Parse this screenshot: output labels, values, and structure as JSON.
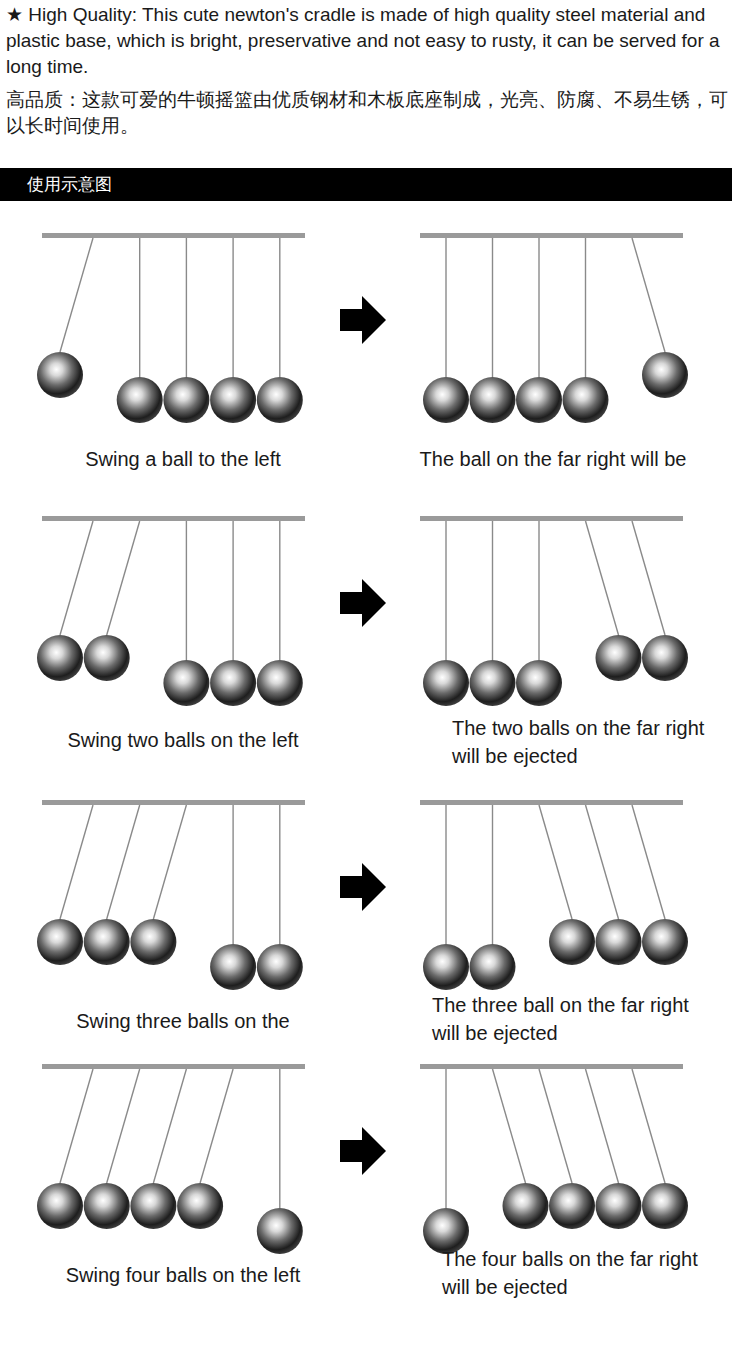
{
  "diagram": {
    "title": "使用示意图",
    "labels": [
      "★ High Quality: This cute newton's cradle is made of high quality steel material and plastic base, which is bright, preservative and not easy to rusty, it can be served for a long time.",
      "高品质：这款可爱的牛顿摇篮由优质钢材和木板底座制成，光亮、防腐、不易生锈，可以长时间使用。",
      "Swing a ball to the left",
      "The ball on the far right will be",
      "Swing two balls on the left",
      "The two balls on the far right will be ejected",
      "Swing three balls on the",
      "The three ball on the far right will be ejected",
      "Swing four balls on the left",
      "The four balls on the far right will be ejected"
    ]
  }
}
